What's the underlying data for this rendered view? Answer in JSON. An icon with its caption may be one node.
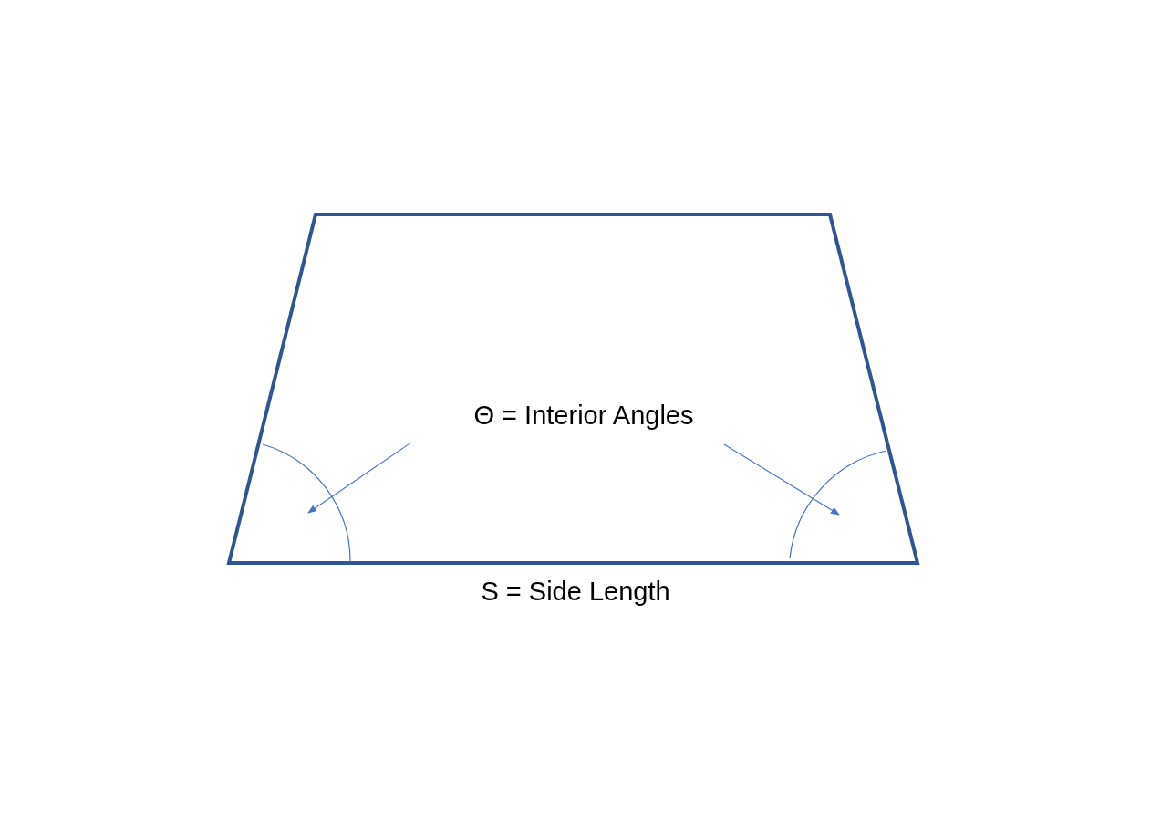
{
  "diagram": {
    "nodes": [
      {
        "text": [],
        "shape": "trapezoid"
      },
      {
        "text": [
          "Θ = Interior Angles"
        ],
        "in": 0
      },
      {
        "text": [],
        "shape": "arc",
        "in": 0
      },
      {
        "text": [],
        "shape": "arc",
        "in": 0
      }
    ],
    "edges": [
      {
        "from": 1,
        "to": 2,
        "arrow": "to"
      },
      {
        "from": 1,
        "to": 3,
        "arrow": "to"
      }
    ],
    "labels": [
      "S = Side Length"
    ]
  }
}
